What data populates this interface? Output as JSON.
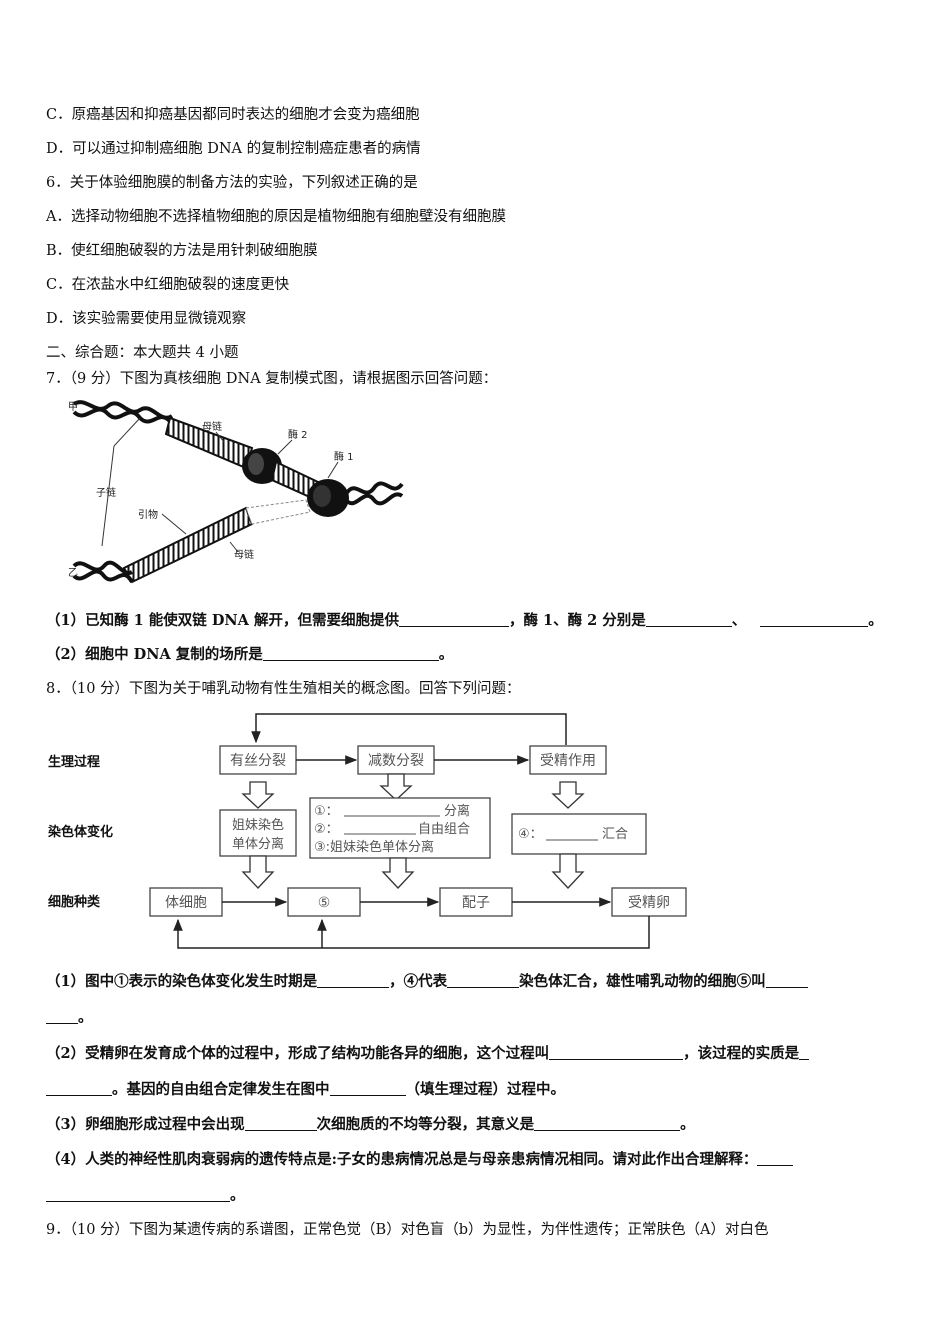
{
  "lines": {
    "l1": "C．原癌基因和抑癌基因都同时表达的细胞才会变为癌细胞",
    "l2": "D．可以通过抑制癌细胞 DNA 的复制控制癌症患者的病情",
    "q6": "6．关于体验细胞膜的制备方法的实验，下列叙述正确的是",
    "q6a": "A．选择动物细胞不选择植物细胞的原因是植物细胞有细胞壁没有细胞膜",
    "q6b": "B．使红细胞破裂的方法是用针刺破细胞膜",
    "q6c": "C．在浓盐水中红细胞破裂的速度更快",
    "q6d": "D．该实验需要使用显微镜观察",
    "section2": "二、综合题：本大题共 4 小题",
    "q7": "7．（9 分）下图为真核细胞 DNA 复制模式图，请根据图示回答问题：",
    "q7_1a": "（1）已知酶 1 能使双链 DNA 解开，但需要细胞提供",
    "q7_1b": "，酶 1、酶 2 分别是",
    "q7_1c": "、",
    "q7_1d": "。",
    "q7_2a": "（2）细胞中 DNA 复制的场所是",
    "q7_2b": "。",
    "q8": "8．（10 分）下图为关于哺乳动物有性生殖相关的概念图。回答下列问题：",
    "q8_1a": "（1）图中①表示的染色体变化发生时期是",
    "q8_1b": "，④代表",
    "q8_1c": "染色体汇合，雄性哺乳动物的细胞⑤叫",
    "q8_1d": "。",
    "q8_2a": "（2）受精卵在发育成个体的过程中，形成了结构功能各异的细胞，这个过程叫",
    "q8_2b": "，该过程的实质是",
    "q8_2c": "。基因的自由组合定律发生在图中",
    "q8_2d": "（填生理过程）过程中。",
    "q8_3a": "（3）卵细胞形成过程中会出现",
    "q8_3b": "次细胞质的不均等分裂，其意义是",
    "q8_3c": "。",
    "q8_4a": "（4）人类的神经性肌肉衰弱病的遗传特点是:子女的患病情况总是与母亲患病情况相同。请对此作出合理解释：",
    "q8_4b": "。",
    "q9": "9．（10 分）下图为某遗传病的系谱图，正常色觉（B）对色盲（b）为显性，为伴性遗传；正常肤色（A）对白色"
  },
  "dna_figure": {
    "jia": "甲",
    "yi": "乙",
    "mulian_top": "母链",
    "mulian_bottom": "母链",
    "zilian": "子链",
    "yinwu": "引物",
    "mei1": "酶 1",
    "mei2": "酶 2"
  },
  "concept": {
    "row_process": "生理过程",
    "row_chromosome": "染色体变化",
    "row_cell": "细胞种类",
    "mitosis": "有丝分裂",
    "meiosis": "减数分裂",
    "fertilization": "受精作用",
    "sister_l1": "姐妹染色",
    "sister_l2": "单体分离",
    "meiosis_1a": "①：",
    "meiosis_1b": "分离",
    "meiosis_2a": "②：",
    "meiosis_2b": "自由组合",
    "meiosis_3": "③:姐妹染色单体分离",
    "fert_a": "④：",
    "fert_b": "汇合",
    "somatic": "体细胞",
    "cell5": "⑤",
    "gamete": "配子",
    "zygote": "受精卵"
  }
}
